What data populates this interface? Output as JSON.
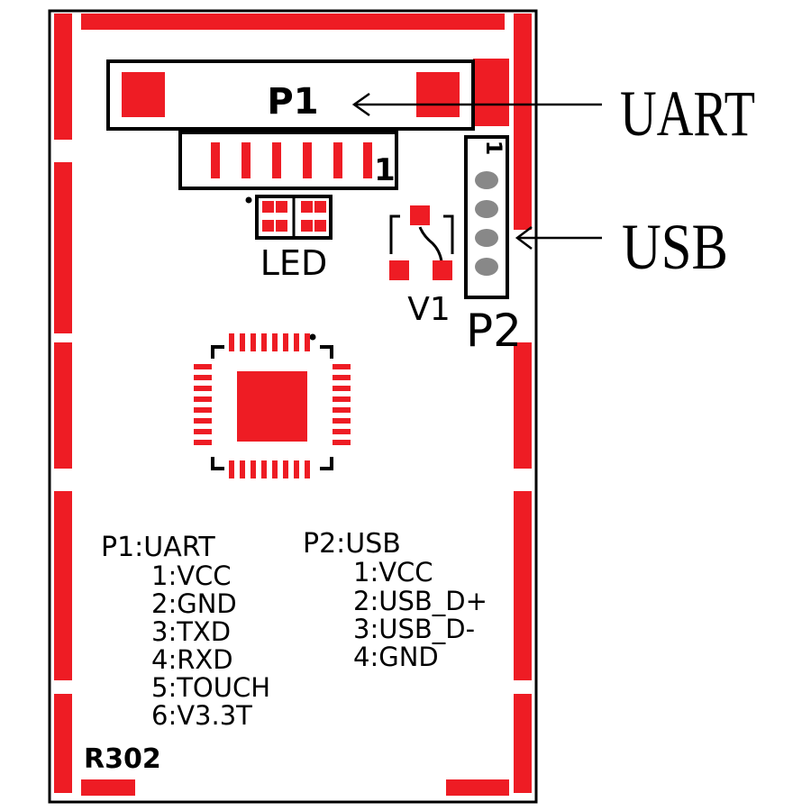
{
  "board": {
    "model": "R302",
    "colors": {
      "copper": "#ee1c24",
      "silkscreen": "#000000",
      "background": "#ffffff",
      "usb_pads": "#888888"
    }
  },
  "designators": {
    "p1": "P1",
    "p2": "P2",
    "led": "LED",
    "v1": "V1",
    "pin1_connector": "1",
    "pin1_usb": "1"
  },
  "callouts": {
    "uart": "UART",
    "usb": "USB"
  },
  "legend": {
    "p1": {
      "title": "P1:UART",
      "pins": [
        "1:VCC",
        "2:GND",
        "3:TXD",
        "4:RXD",
        "5:TOUCH",
        "6:V3.3T"
      ]
    },
    "p2": {
      "title": "P2:USB",
      "pins": [
        "1:VCC",
        "2:USB_D+",
        "3:USB_D-",
        "4:GND"
      ]
    }
  }
}
